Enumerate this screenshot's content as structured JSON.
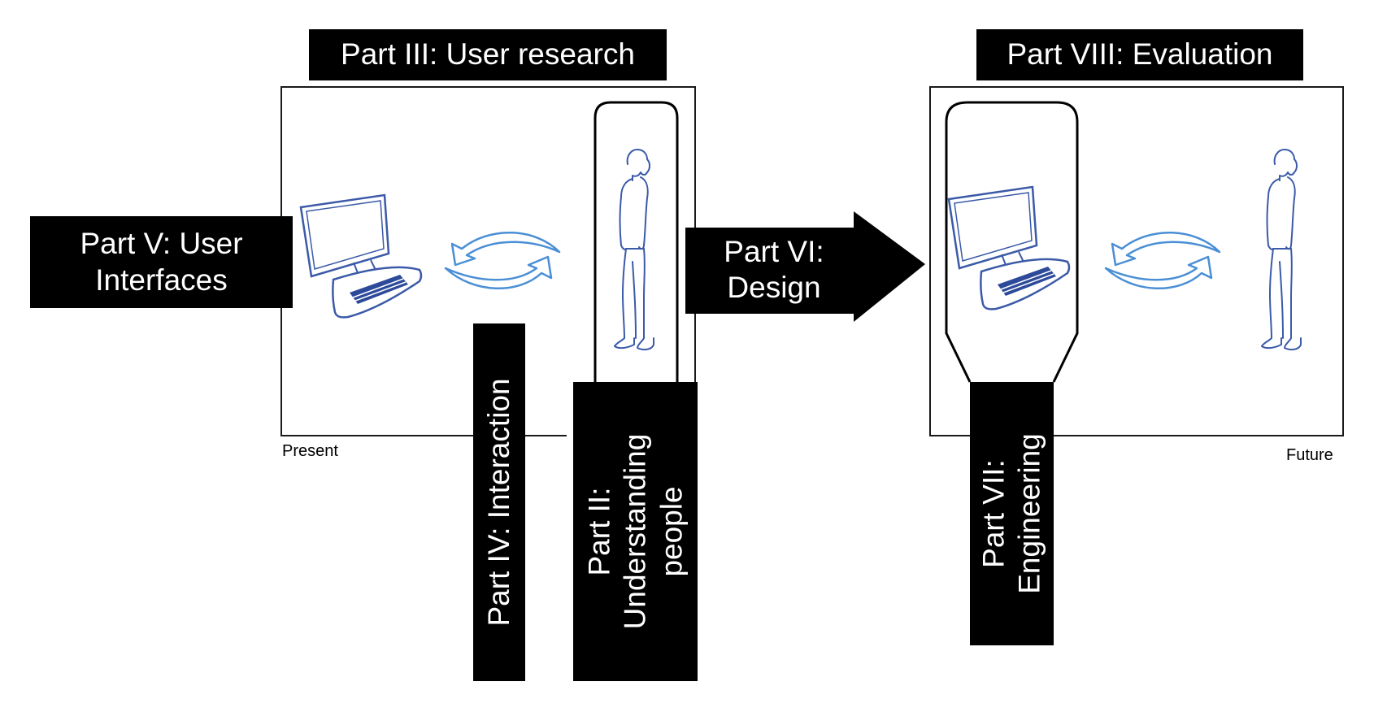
{
  "labels": {
    "user_research": "Part III: User research",
    "evaluation": "Part VIII: Evaluation",
    "user_interfaces_line1": "Part V: User",
    "user_interfaces_line2": "Interfaces",
    "design_line1": "Part VI:",
    "design_line2": "Design",
    "interaction": "Part IV: Interaction",
    "understanding_line1": "Part II:",
    "understanding_line2": "Understanding",
    "understanding_line3": "people",
    "engineering_line1": "Part VII:",
    "engineering_line2": "Engineering"
  },
  "captions": {
    "present": "Present",
    "future": "Future"
  },
  "colors": {
    "icon_blue": "#3b5aa8",
    "arrow_blue": "#4a8fd6",
    "label_bg": "#000000"
  },
  "icons": {
    "computer": "computer-icon",
    "person": "standing-person-icon",
    "exchange": "exchange-arrows-icon"
  }
}
